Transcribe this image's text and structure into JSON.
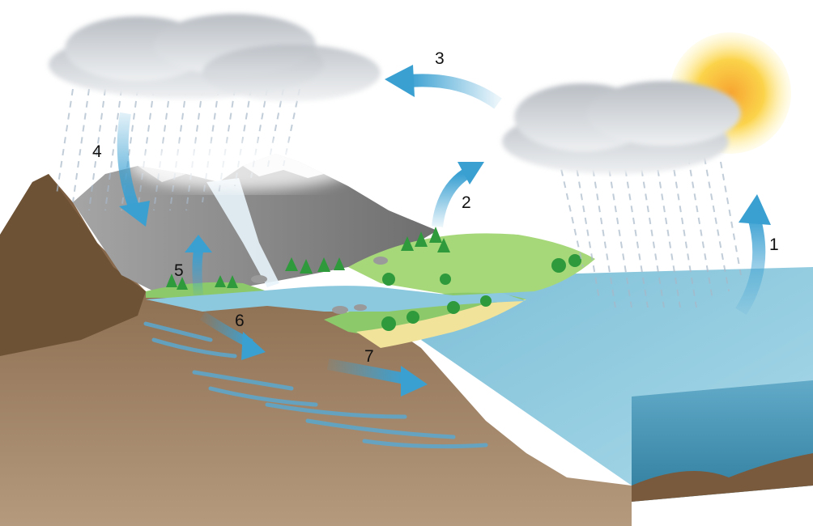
{
  "diagram": {
    "steps": [
      {
        "id": "1",
        "label": "1"
      },
      {
        "id": "2",
        "label": "2"
      },
      {
        "id": "3",
        "label": "3"
      },
      {
        "id": "4",
        "label": "4"
      },
      {
        "id": "5",
        "label": "5"
      },
      {
        "id": "6",
        "label": "6"
      },
      {
        "id": "7",
        "label": "7"
      }
    ]
  },
  "colors": {
    "sky": "#ffffff",
    "sun": "#f7a531",
    "cloud": "#c9ced3",
    "ocean": "#6fb4cf",
    "ocean_deep": "#3f8fae",
    "soil": "#8a6a4a",
    "mountain": "#8c8c8c",
    "grass": "#8cc96a",
    "tree": "#2e9a3c",
    "arrow": "#3aa0d2",
    "rain": "#a8b8c8"
  }
}
